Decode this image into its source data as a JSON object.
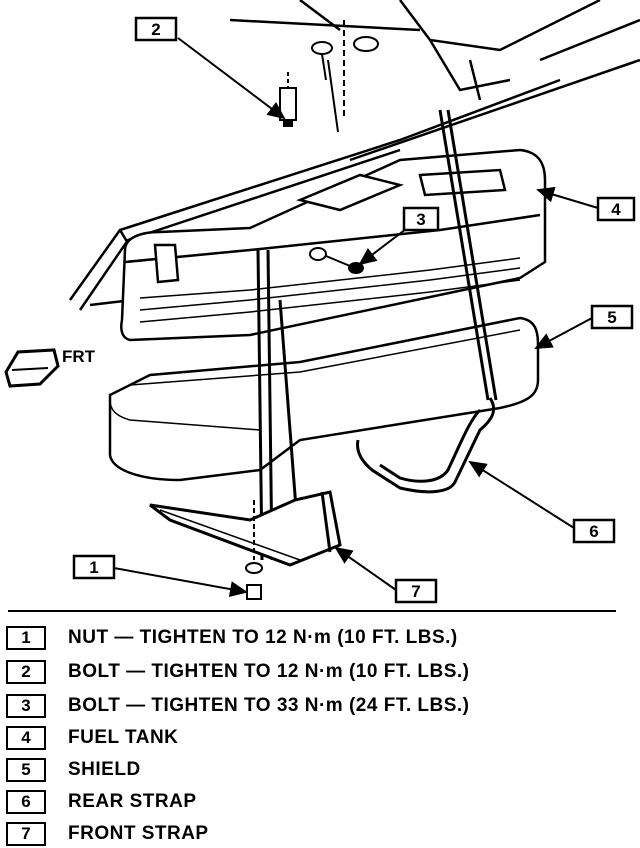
{
  "callouts": {
    "c1": "1",
    "c2": "2",
    "c3": "3",
    "c4": "4",
    "c5": "5",
    "c6": "6",
    "c7": "7"
  },
  "direction_label": "FRT",
  "legend": [
    {
      "num": "1",
      "text": "NUT — TIGHTEN TO 12 N·m (10 FT. LBS.)"
    },
    {
      "num": "2",
      "text": "BOLT — TIGHTEN TO 12 N·m (10 FT. LBS.)"
    },
    {
      "num": "3",
      "text": "BOLT — TIGHTEN TO 33 N·m (24 FT. LBS.)"
    },
    {
      "num": "4",
      "text": "FUEL TANK"
    },
    {
      "num": "5",
      "text": "SHIELD"
    },
    {
      "num": "6",
      "text": "REAR STRAP"
    },
    {
      "num": "7",
      "text": "FRONT STRAP"
    }
  ]
}
